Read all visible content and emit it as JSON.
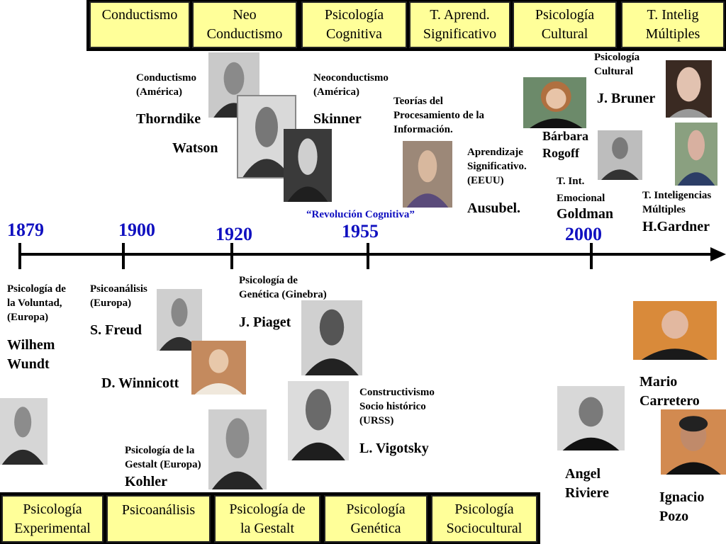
{
  "top_boxes": [
    "Conductismo",
    "Neo\nConductismo",
    "Psicología\nCognitiva",
    "T. Aprend.\nSignificativo",
    "Psicología\nCultural",
    "T. Intelig\nMúltiples"
  ],
  "bottom_boxes": [
    "Psicología\nExperimental",
    "Psicoanálisis",
    "Psicología de\nla Gestalt",
    "Psicología\nGenética",
    "Psicología\nSociocultural"
  ],
  "years": [
    "1879",
    "1900",
    "1920",
    "1955",
    "2000"
  ],
  "revolution": "“Revolución Cognitiva”",
  "top_labels": {
    "conductismo": "Conductismo\n(América)",
    "neoconductismo": "Neoconductismo\n(América)",
    "procesamiento": "Teorías del\nProcesamiento de la\nInformación.",
    "aprendizaje": "Aprendizaje\nSignificativo.\n(EEUU)",
    "cultural": "Psicología\nCultural",
    "emocional": "T. Int.\nEmocional",
    "multiples": "T. Inteligencias\nMúltiples"
  },
  "top_names": {
    "thorndike": "Thorndike",
    "watson": "Watson",
    "skinner": "Skinner",
    "ausubel": "Ausubel.",
    "rogoff": "Bárbara\nRogoff",
    "bruner": "J. Bruner",
    "goldman": "Goldman",
    "gardner": "H.Gardner"
  },
  "bottom_labels": {
    "voluntad": "Psicología de\nla Voluntad,\n(Europa)",
    "psicoanalisis": "Psicoanálisis\n(Europa)",
    "genetica": "Psicología de\nGenética (Ginebra)",
    "gestalt": "Psicología de la\nGestalt (Europa)",
    "constructivismo": "Constructivismo\nSocio histórico\n(URSS)"
  },
  "bottom_names": {
    "wundt": "Wilhem\nWundt",
    "freud": "S. Freud",
    "winnicott": "D. Winnicott",
    "piaget": "J. Piaget",
    "kohler": "Kohler",
    "vigotsky": "L. Vigotsky",
    "carretero": "Mario\nCarretero",
    "riviere": "Angel\nRiviere",
    "pozo": "Ignacio\nPozo"
  },
  "colors": {
    "box_fill": "#ffff99",
    "year_blue": "#1010c0",
    "axis": "#000000"
  }
}
